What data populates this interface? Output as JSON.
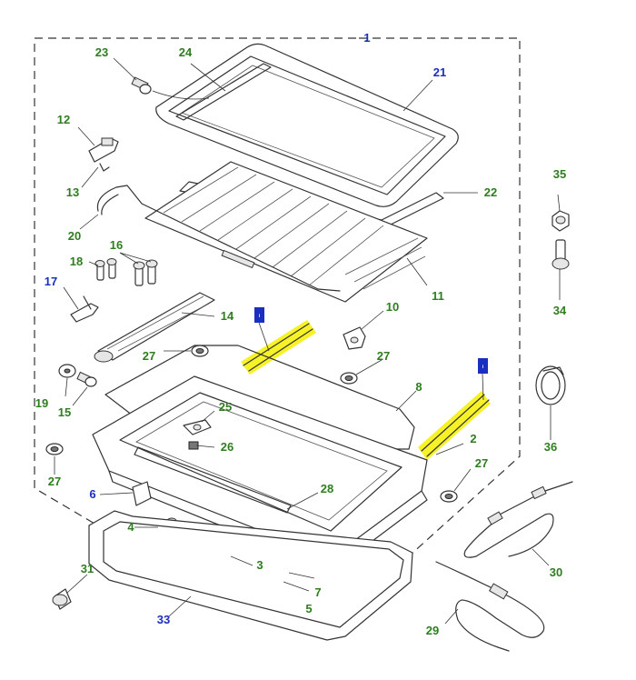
{
  "diagram": {
    "colors": {
      "label_green": "#2e7d1f",
      "label_blue": "#1a2fbf",
      "highlight": "#f4f000"
    },
    "callouts": [
      {
        "id": "c1",
        "text": "1",
        "color": "blue"
      },
      {
        "id": "c2",
        "text": "2",
        "color": "green"
      },
      {
        "id": "c3",
        "text": "3",
        "color": "green"
      },
      {
        "id": "c4",
        "text": "4",
        "color": "green"
      },
      {
        "id": "c5",
        "text": "5",
        "color": "green"
      },
      {
        "id": "c6",
        "text": "6",
        "color": "blue"
      },
      {
        "id": "c7",
        "text": "7",
        "color": "green"
      },
      {
        "id": "c8",
        "text": "8",
        "color": "green"
      },
      {
        "id": "c10",
        "text": "10",
        "color": "green"
      },
      {
        "id": "c11",
        "text": "11",
        "color": "green"
      },
      {
        "id": "c12",
        "text": "12",
        "color": "green"
      },
      {
        "id": "c13",
        "text": "13",
        "color": "green"
      },
      {
        "id": "c14",
        "text": "14",
        "color": "green"
      },
      {
        "id": "c15",
        "text": "15",
        "color": "green"
      },
      {
        "id": "c16",
        "text": "16",
        "color": "green"
      },
      {
        "id": "c17",
        "text": "17",
        "color": "blue"
      },
      {
        "id": "c18",
        "text": "18",
        "color": "green"
      },
      {
        "id": "c19",
        "text": "19",
        "color": "green"
      },
      {
        "id": "c20",
        "text": "20",
        "color": "green"
      },
      {
        "id": "c21",
        "text": "21",
        "color": "blue"
      },
      {
        "id": "c22",
        "text": "22",
        "color": "green"
      },
      {
        "id": "c23",
        "text": "23",
        "color": "green"
      },
      {
        "id": "c24",
        "text": "24",
        "color": "green"
      },
      {
        "id": "c25",
        "text": "25",
        "color": "green"
      },
      {
        "id": "c26",
        "text": "26",
        "color": "green"
      },
      {
        "id": "c27a",
        "text": "27",
        "color": "green"
      },
      {
        "id": "c27b",
        "text": "27",
        "color": "green"
      },
      {
        "id": "c27c",
        "text": "27",
        "color": "green"
      },
      {
        "id": "c27d",
        "text": "27",
        "color": "green"
      },
      {
        "id": "c28",
        "text": "28",
        "color": "green"
      },
      {
        "id": "c29",
        "text": "29",
        "color": "green"
      },
      {
        "id": "c30",
        "text": "30",
        "color": "green"
      },
      {
        "id": "c31",
        "text": "31",
        "color": "green"
      },
      {
        "id": "c33",
        "text": "33",
        "color": "blue"
      },
      {
        "id": "c34",
        "text": "34",
        "color": "green"
      },
      {
        "id": "c35",
        "text": "35",
        "color": "green"
      },
      {
        "id": "c36",
        "text": "36",
        "color": "green"
      }
    ],
    "info_tags": [
      {
        "id": "tag-left",
        "text": "i"
      },
      {
        "id": "tag-right",
        "text": "i"
      }
    ]
  }
}
